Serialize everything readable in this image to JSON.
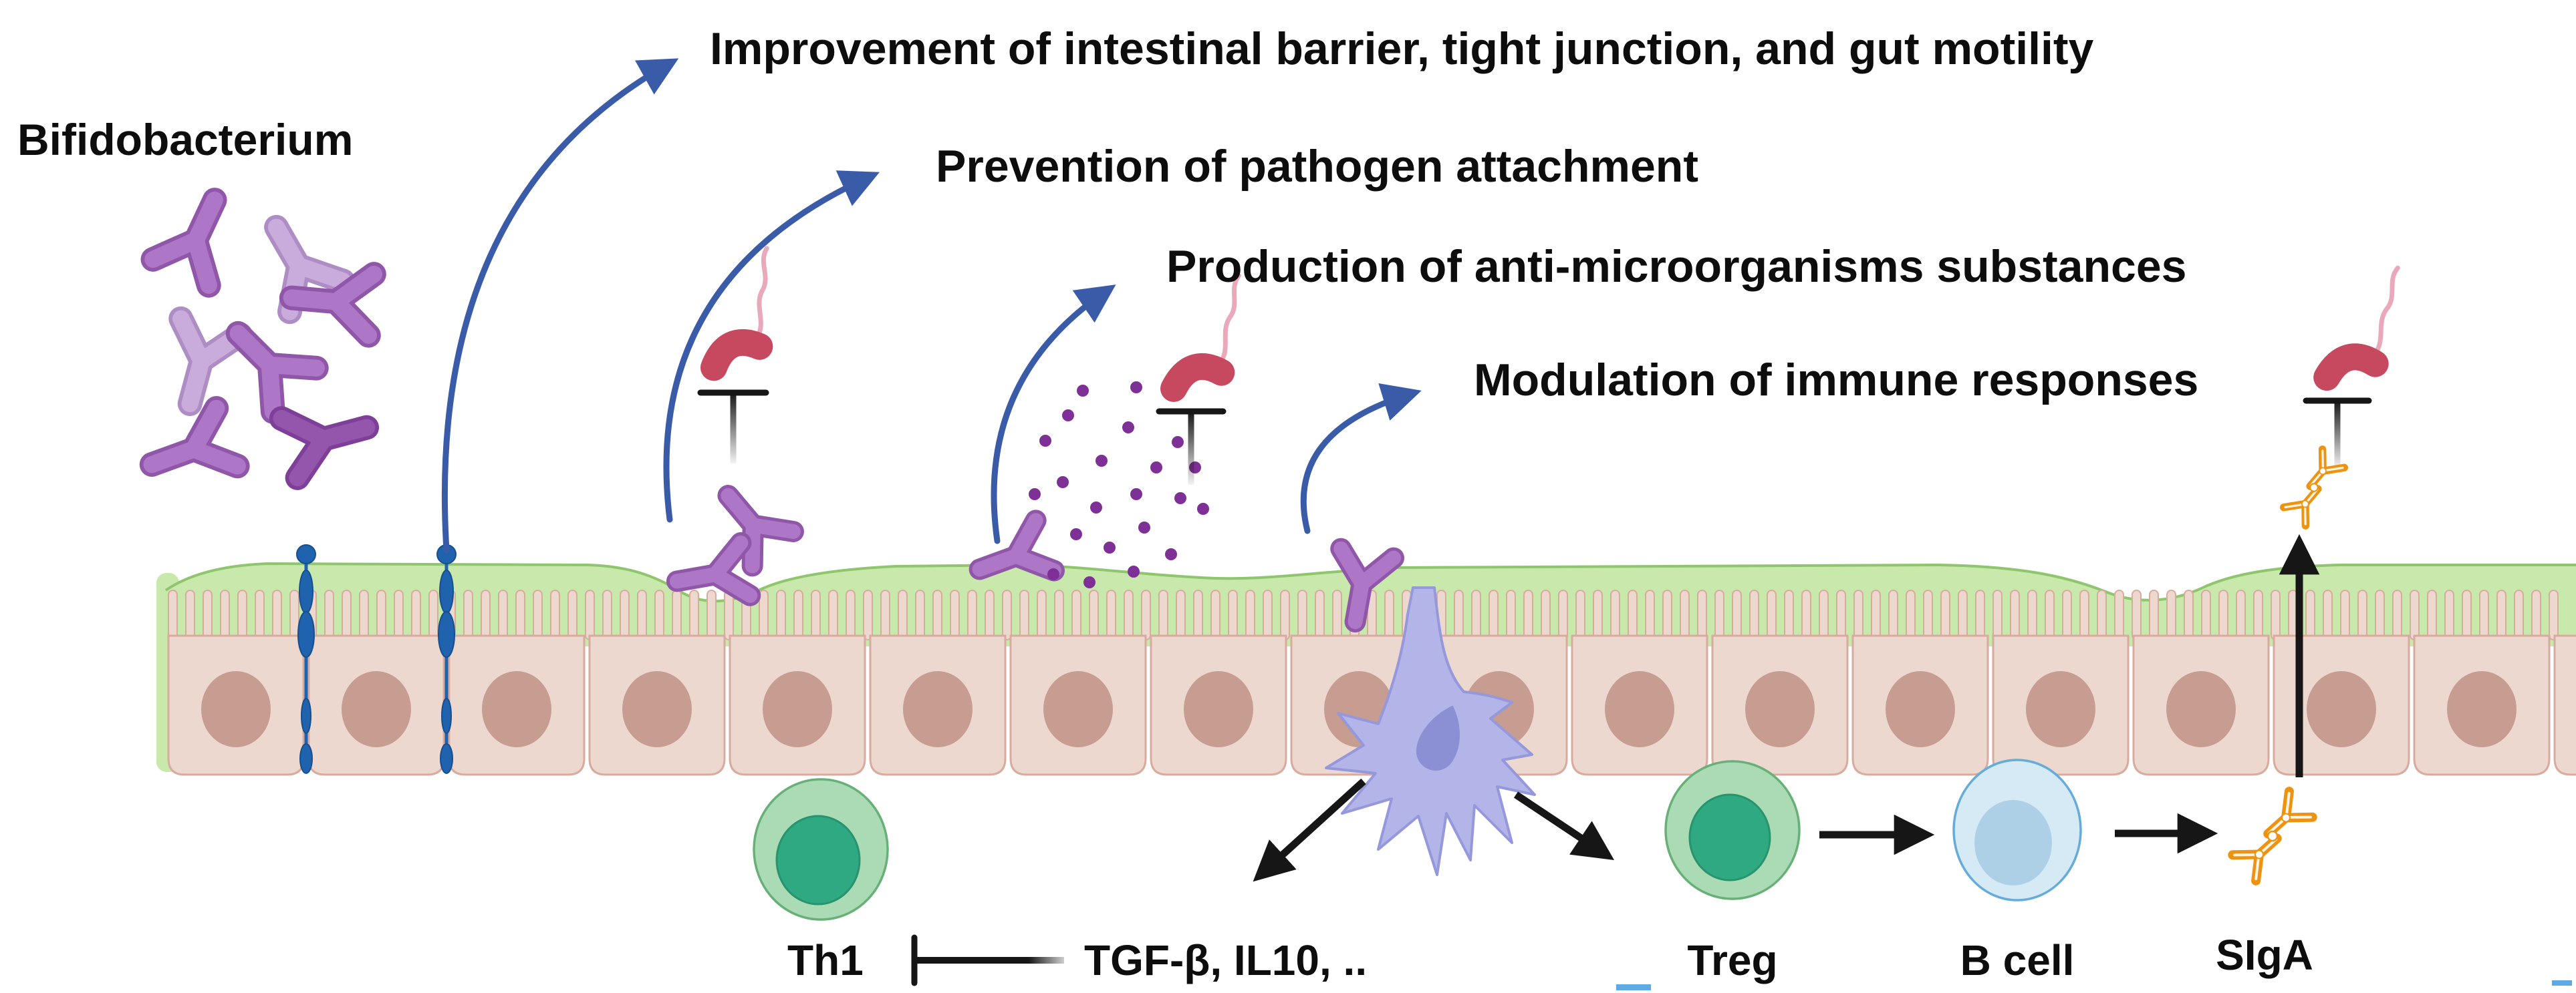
{
  "title": "Bifidobacterium",
  "annotations": {
    "benefit1": "Improvement of intestinal barrier, tight junction, and gut motility",
    "benefit2": "Prevention of pathogen attachment",
    "benefit3": "Production of anti-microorganisms substances",
    "benefit4": "Modulation of immune responses"
  },
  "pathway_labels": {
    "th1": "Th1",
    "cytokines": "TGF-β, IL10, ..",
    "treg": "Treg",
    "b_cell": "B cell",
    "siga": "SIgA"
  },
  "figure_elements": [
    "bifidobacterium-cluster-icon",
    "mucus-layer",
    "microvilli-brush-border",
    "epithelial-cell-layer",
    "tight-junction-icon",
    "pathogen-icon",
    "inhibition-tbar-icon",
    "antimicrobial-dots",
    "dendritic-cell-icon",
    "th1-cell-icon",
    "treg-cell-icon",
    "b-cell-icon",
    "siga-antibody-icon"
  ],
  "colors": {
    "arrow_blue": "#3A5CA8",
    "black": "#161616",
    "mucus": "#C8E9AB",
    "mucus_edge": "#8FC56D",
    "cell_fill": "#EDD8D0",
    "cell_edge": "#D8AB9E",
    "nucleus": "#C79D92",
    "tight_junction": "#1F62AE",
    "tight_junction_edge": "#174E8D",
    "bact_dark_body": "#9456AC",
    "bact_dark_edge": "#7E3F98",
    "bact_med_body": "#AD76C6",
    "bact_med_edge": "#9056A8",
    "bact_light_body": "#C9ACDC",
    "bact_light_edge": "#AE8CC4",
    "dot": "#7E3096",
    "pathogen": "#C6495F",
    "flagellum": "#E9A9BA",
    "dc_body": "#B3B5E8",
    "dc_edge": "#9598DA",
    "dc_nucleus": "#8B8FD3",
    "tcell_body": "#ABDBB4",
    "tcell_edge": "#69B078",
    "tcell_nucleus": "#2FA982",
    "tcell_nucleus_edge": "#28946E",
    "bcell_body": "#D5EAF5",
    "bcell_edge": "#66ACDA",
    "bcell_nucleus": "#AED0E6",
    "antibody": "#EE9310",
    "text": "#0D0D0D",
    "watermark": "#5FA9E4"
  }
}
